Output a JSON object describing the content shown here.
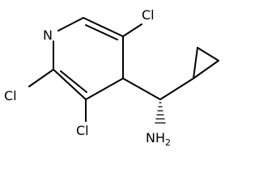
{
  "molecule": {
    "atoms": {
      "ring_nitrogen": "N",
      "chloro_top": "Cl",
      "chloro_left": "Cl",
      "chloro_bottom": "Cl",
      "amine": "NH",
      "amine_subscript": "2"
    }
  }
}
